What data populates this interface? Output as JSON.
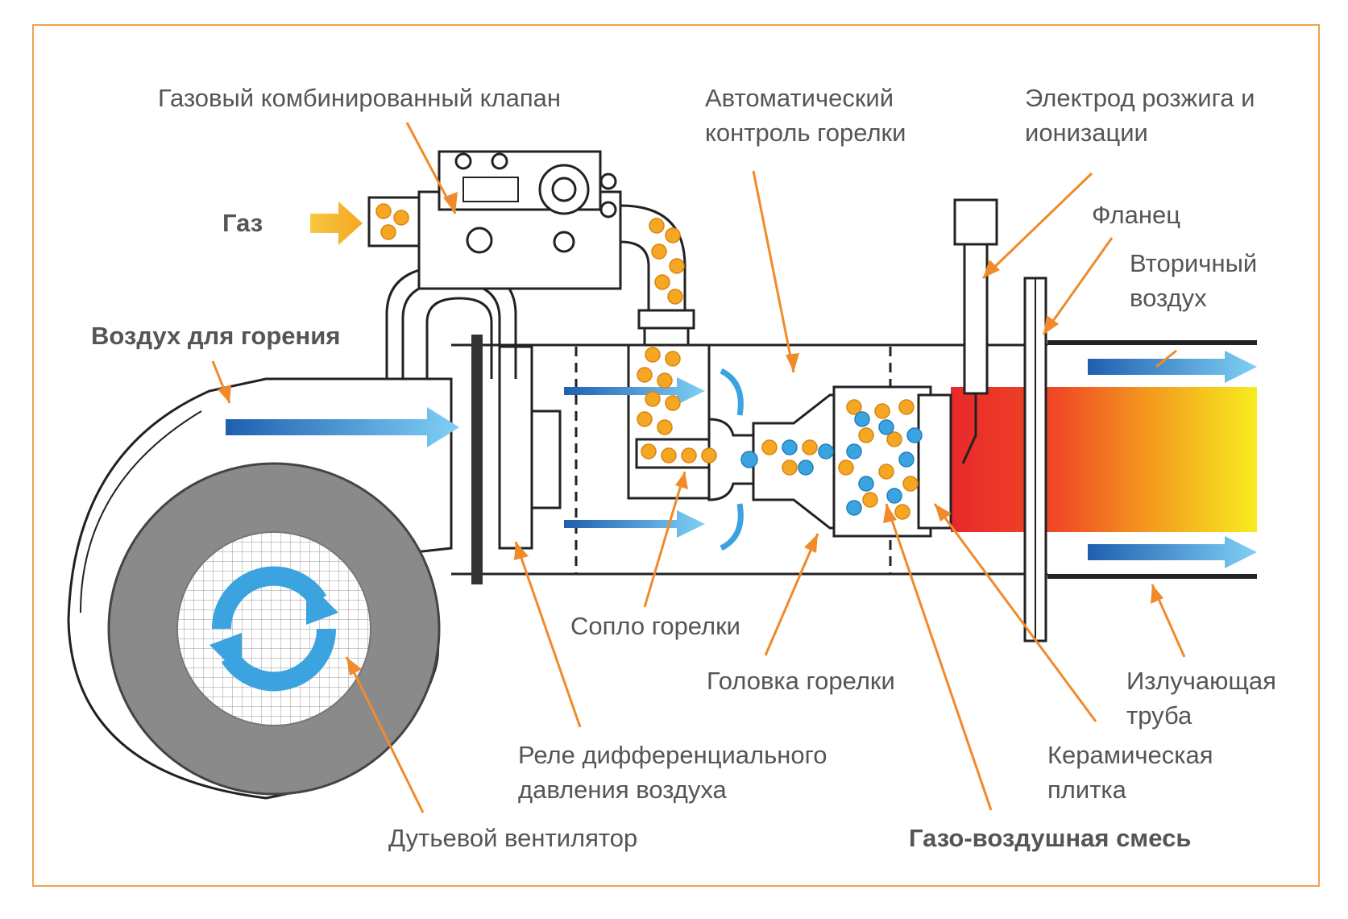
{
  "colors": {
    "frame": "#f0a050",
    "leader": "#f08a2a",
    "air_arrow": "#3fa8e8",
    "gas_dot": "#f5a623",
    "air_dot": "#3ba3e0",
    "flame_hot": "#e8282b",
    "flame_cool": "#f6ec1e",
    "text": "#555555"
  },
  "labels": {
    "gas_valve": "Газовый комбинированный клапан",
    "auto_control_1": "Автоматический",
    "auto_control_2": "контроль горелки",
    "electrode_1": "Электрод розжига и",
    "electrode_2": "ионизации",
    "gas": "Газ",
    "flange": "Фланец",
    "secondary_air_1": "Вторичный",
    "secondary_air_2": "воздух",
    "combustion_air": "Воздух для горения",
    "nozzle": "Сопло горелки",
    "burner_head": "Головка горелки",
    "radiant_tube_1": "Излучающая",
    "radiant_tube_2": "труба",
    "pressure_relay_1": "Реле дифференциального",
    "pressure_relay_2": "давления воздуха",
    "ceramic_tile_1": "Керамическая",
    "ceramic_tile_2": "плитка",
    "blower_fan": "Дутьевой вентилятор",
    "gas_air_mix": "Газо-воздушная смесь"
  }
}
